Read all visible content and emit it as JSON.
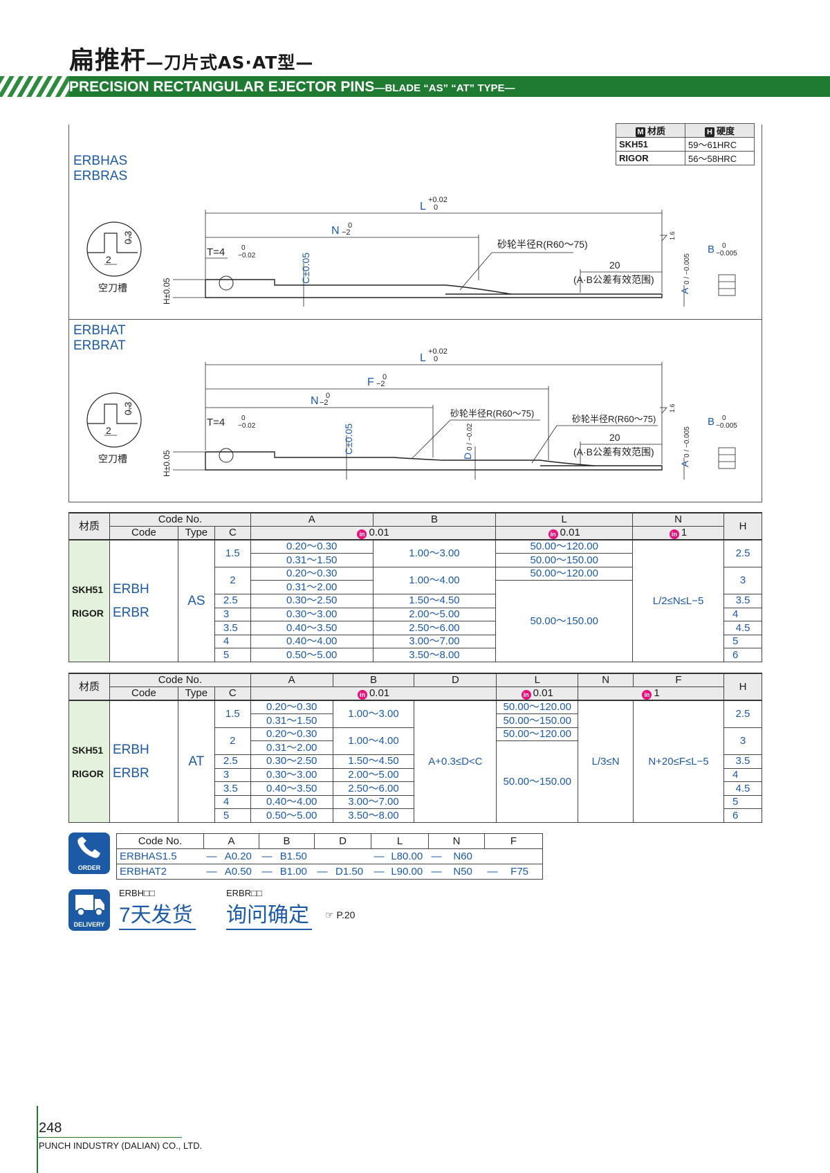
{
  "header": {
    "title_cn": "扁推杆",
    "title_cn_sub": "—刀片式AS·AT型—",
    "title_en": "PRECISION RECTANGULAR EJECTOR PINS",
    "title_en_sub": "—BLADE “AS” “AT” TYPE—"
  },
  "materials": {
    "col_material": "材质",
    "col_hardness": "硬度",
    "rows": [
      {
        "material": "SKH51",
        "hardness": "59～61HRC"
      },
      {
        "material": "RIGOR",
        "hardness": "56～58HRC"
      }
    ]
  },
  "drawings": {
    "as_series": [
      "ERBHAS",
      "ERBRAS"
    ],
    "at_series": [
      "ERBHAT",
      "ERBRAT"
    ],
    "relief_label": "空刀槽",
    "grinding_as": "砂轮半径R(R60～75)",
    "grinding_at": "砂轮半径R(R60～75)",
    "tolerance_zone": "(A·B公差有效范围)",
    "zone_length": "20",
    "dim_L": "L",
    "dim_L_tol_up": "+0.02",
    "dim_L_tol_low": "0",
    "dim_N": "N",
    "dim_N_tol_up": "0",
    "dim_N_tol_low": "−2",
    "dim_F": "F",
    "dim_F_tol_up": "0",
    "dim_F_tol_low": "−2",
    "dim_T": "T=4",
    "dim_T_tol_up": "0",
    "dim_T_tol_low": "−0.02",
    "dim_C": "C±0.05",
    "dim_D": "D",
    "dim_D_tol": "0 / −0.02",
    "dim_H": "H±0.05",
    "dim_A": "A",
    "dim_A_tol": "0 / −0.005",
    "dim_B": "B",
    "dim_B_tol_up": "0",
    "dim_B_tol_low": "−0.005",
    "relief_w": "2",
    "relief_h": "0.3",
    "roughness": "1.6"
  },
  "table_as": {
    "header": {
      "material": "材质",
      "code_no": "Code No.",
      "code": "Code",
      "type": "Type",
      "c": "C",
      "a": "A",
      "b": "B",
      "l": "L",
      "n": "N",
      "h": "H",
      "tol_ab": "0.01",
      "tol_l": "0.01",
      "tol_n": "1",
      "tol_icon": "in"
    },
    "materials": [
      "SKH51",
      "RIGOR"
    ],
    "codes": [
      "ERBH",
      "ERBR"
    ],
    "type": "AS",
    "c_values": [
      "1.5",
      "2",
      "2.5",
      "3",
      "3.5",
      "4",
      "5"
    ],
    "a_values": [
      "0.20～0.30",
      "0.31～1.50",
      "0.20～0.30",
      "0.31～2.00",
      "0.30～2.50",
      "0.30～3.00",
      "0.40～3.50",
      "0.40～4.00",
      "0.50～5.00"
    ],
    "b_values": [
      "1.00～3.00",
      "1.00～4.00",
      "1.50～4.50",
      "2.00～5.00",
      "2.50～6.00",
      "3.00～7.00",
      "3.50～8.00"
    ],
    "l_values": [
      "50.00～120.00",
      "50.00～150.00",
      "50.00～120.00",
      "50.00～150.00"
    ],
    "n_value": "L/2≤N≤L−5",
    "h_values": [
      "2.5",
      "3",
      "3.5",
      "4",
      "4.5",
      "5",
      "6"
    ]
  },
  "table_at": {
    "header": {
      "material": "材质",
      "code_no": "Code No.",
      "code": "Code",
      "type": "Type",
      "c": "C",
      "a": "A",
      "b": "B",
      "d": "D",
      "l": "L",
      "n": "N",
      "f": "F",
      "h": "H",
      "tol_ab": "0.01",
      "tol_l": "0.01",
      "tol_f": "1",
      "tol_icon": "in"
    },
    "materials": [
      "SKH51",
      "RIGOR"
    ],
    "codes": [
      "ERBH",
      "ERBR"
    ],
    "type": "AT",
    "c_values": [
      "1.5",
      "2",
      "2.5",
      "3",
      "3.5",
      "4",
      "5"
    ],
    "a_values": [
      "0.20～0.30",
      "0.31～1.50",
      "0.20～0.30",
      "0.31～2.00",
      "0.30～2.50",
      "0.30～3.00",
      "0.40～3.50",
      "0.40～4.00",
      "0.50～5.00"
    ],
    "b_values": [
      "1.00～3.00",
      "1.00～4.00",
      "1.50～4.50",
      "2.00～5.00",
      "2.50～6.00",
      "3.00～7.00",
      "3.50～8.00"
    ],
    "d_value": "A+0.3≤D<C",
    "l_values": [
      "50.00～120.00",
      "50.00～150.00",
      "50.00～120.00",
      "50.00～150.00"
    ],
    "n_value": "L/3≤N",
    "f_value": "N+20≤F≤L−5",
    "h_values": [
      "2.5",
      "3",
      "3.5",
      "4",
      "4.5",
      "5",
      "6"
    ]
  },
  "order": {
    "icon_label": "ORDER",
    "headers": [
      "Code No.",
      "A",
      "B",
      "D",
      "L",
      "N",
      "F"
    ],
    "rows": [
      [
        "ERBHAS1.5",
        "—",
        "A0.20",
        "—",
        "B1.50",
        "",
        "",
        "—",
        "L80.00",
        "—",
        "N60",
        "",
        ""
      ],
      [
        "ERBHAT2",
        "—",
        "A0.50",
        "—",
        "B1.00",
        "—",
        "D1.50",
        "—",
        "L90.00",
        "—",
        "N50",
        "—",
        "F75"
      ]
    ]
  },
  "delivery": {
    "icon_label": "DELIVERY",
    "code1": "ERBH□□",
    "text1": "7天发货",
    "code2": "ERBR□□",
    "text2": "询问确定",
    "ref": "☞ P.20"
  },
  "footer": {
    "page": "248",
    "company": "PUNCH INDUSTRY (DALIAN) CO., LTD."
  }
}
